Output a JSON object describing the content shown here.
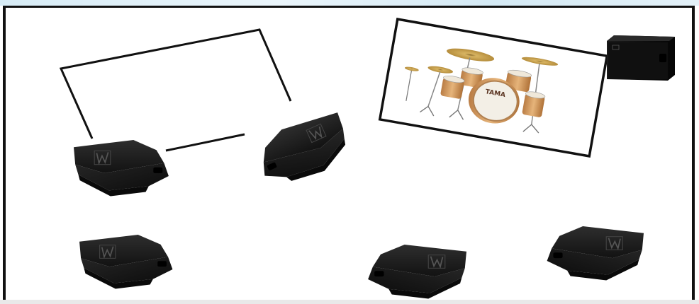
{
  "diagram": {
    "drum_kit": {
      "bass_drum_brand": "TAMA",
      "icon": "drum-kit-icon"
    },
    "wedge_monitors": [
      {
        "id": "wedge-monitor-1",
        "icon": "wedge-monitor-icon"
      },
      {
        "id": "wedge-monitor-2",
        "icon": "wedge-monitor-icon"
      },
      {
        "id": "wedge-monitor-3",
        "icon": "wedge-monitor-icon"
      },
      {
        "id": "wedge-monitor-4",
        "icon": "wedge-monitor-icon"
      },
      {
        "id": "wedge-monitor-5",
        "icon": "wedge-monitor-icon"
      }
    ],
    "subwoofer": {
      "icon": "subwoofer-icon"
    },
    "colors": {
      "border": "#111111",
      "cabinet": "#1c1c1c",
      "drum_shell": "#d9a66b",
      "drum_head": "#f3efe6",
      "cymbal": "#c8a24a"
    }
  }
}
